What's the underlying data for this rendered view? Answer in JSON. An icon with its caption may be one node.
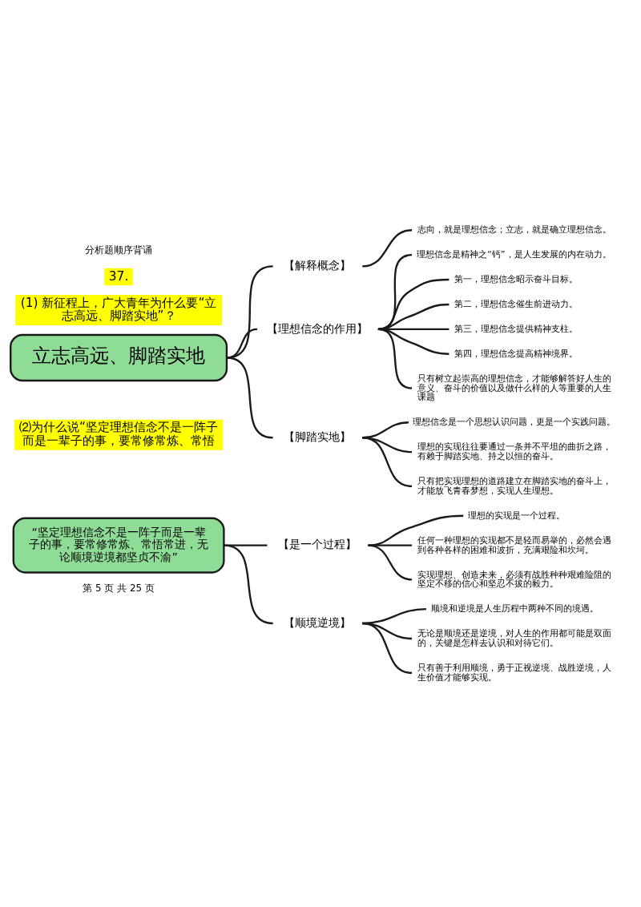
{
  "diagram": {
    "nodes": [
      {
        "text": [
          "立志高远、脚踏实地"
        ]
      },
      {
        "text": [
          "【解释概念】"
        ]
      },
      {
        "text": [
          "志向，就是理想信念；立志，就是确立理想信念。"
        ]
      },
      {
        "text": [
          "【理想信念的作用】"
        ]
      },
      {
        "text": [
          "理想信念是精神之“钙”，是人生发展的内在动力。"
        ]
      },
      {
        "text": [
          "第一，理想信念昭示奋斗目标。"
        ]
      },
      {
        "text": [
          "第二，理想信念催生前进动力。"
        ]
      },
      {
        "text": [
          "第三，理想信念提供精神支柱。"
        ]
      },
      {
        "text": [
          "第四，理想信念提高精神境界。"
        ]
      },
      {
        "text": [
          "只有树立起崇高的理想信念，才能够解答好人生的意义、奋斗的价值以及做什么样的人等重要的人生课题"
        ]
      },
      {
        "text": [
          "【脚踏实地】"
        ]
      },
      {
        "text": [
          "理想信念是一个思想认识问题，更是一个实践问题。"
        ]
      },
      {
        "text": [
          "理想的实现往往要通过一条并不平坦的曲折之路，有赖于脚踏实地、持之以恒的奋斗。"
        ]
      },
      {
        "text": [
          "只有把实现理想的道路建立在脚踏实地的奋斗上，才能放飞青春梦想，实现人生理想。"
        ]
      },
      {
        "text": [
          "“坚定理想信念不是一阵子而是一辈子的事，要常修常炼、常悟常进，无论顺境逆境都坚贞不渝”"
        ]
      },
      {
        "text": [
          "【是一个过程】"
        ]
      },
      {
        "text": [
          "理想的实现是一个过程。"
        ]
      },
      {
        "text": [
          "任何一种理想的实现都不是轻而易举的，必然会遇到各种各样的困难和波折，充满艰险和坎坷。"
        ]
      },
      {
        "text": [
          "实现理想、创造未来，必须有战胜种种艰难险阻的坚定不移的信心和坚忍不拔的毅力。"
        ]
      },
      {
        "text": [
          "【顺境逆境】"
        ]
      },
      {
        "text": [
          "顺境和逆境是人生历程中两种不同的境遇。"
        ]
      },
      {
        "text": [
          "无论是顺境还是逆境，对人生的作用都可能是双面的，关键是怎样去认识和对待它们。"
        ]
      },
      {
        "text": [
          "只有善于利用顺境，勇于正视逆境、战胜逆境，人生价值才能够实现。"
        ]
      }
    ],
    "edges": [
      {
        "from": 0,
        "to": 1,
        "arrow": "none"
      },
      {
        "from": 0,
        "to": 3,
        "arrow": "none"
      },
      {
        "from": 0,
        "to": 10,
        "arrow": "none"
      },
      {
        "from": 1,
        "to": 2,
        "arrow": "none"
      },
      {
        "from": 3,
        "to": 4,
        "arrow": "none"
      },
      {
        "from": 3,
        "to": 5,
        "arrow": "none"
      },
      {
        "from": 3,
        "to": 6,
        "arrow": "none"
      },
      {
        "from": 3,
        "to": 7,
        "arrow": "none"
      },
      {
        "from": 3,
        "to": 8,
        "arrow": "none"
      },
      {
        "from": 3,
        "to": 9,
        "arrow": "none"
      },
      {
        "from": 10,
        "to": 11,
        "arrow": "none"
      },
      {
        "from": 10,
        "to": 12,
        "arrow": "none"
      },
      {
        "from": 10,
        "to": 13,
        "arrow": "none"
      },
      {
        "from": 14,
        "to": 15,
        "arrow": "none"
      },
      {
        "from": 14,
        "to": 19,
        "arrow": "none"
      },
      {
        "from": 15,
        "to": 16,
        "arrow": "none"
      },
      {
        "from": 15,
        "to": 17,
        "arrow": "none"
      },
      {
        "from": 15,
        "to": 18,
        "arrow": "none"
      },
      {
        "from": 19,
        "to": 20,
        "arrow": "none"
      },
      {
        "from": 19,
        "to": 21,
        "arrow": "none"
      },
      {
        "from": 19,
        "to": 22,
        "arrow": "none"
      }
    ],
    "labels": [
      "分析题顺序背诵",
      "37.",
      "(1) 新征程上，广大青年为什么要“立志高远、脚踏实地”？",
      "⑵为什么说“坚定理想信念不是一阵子而是一辈子的事，要常修常炼、常悟",
      "第 5 页 共 25 页"
    ]
  }
}
